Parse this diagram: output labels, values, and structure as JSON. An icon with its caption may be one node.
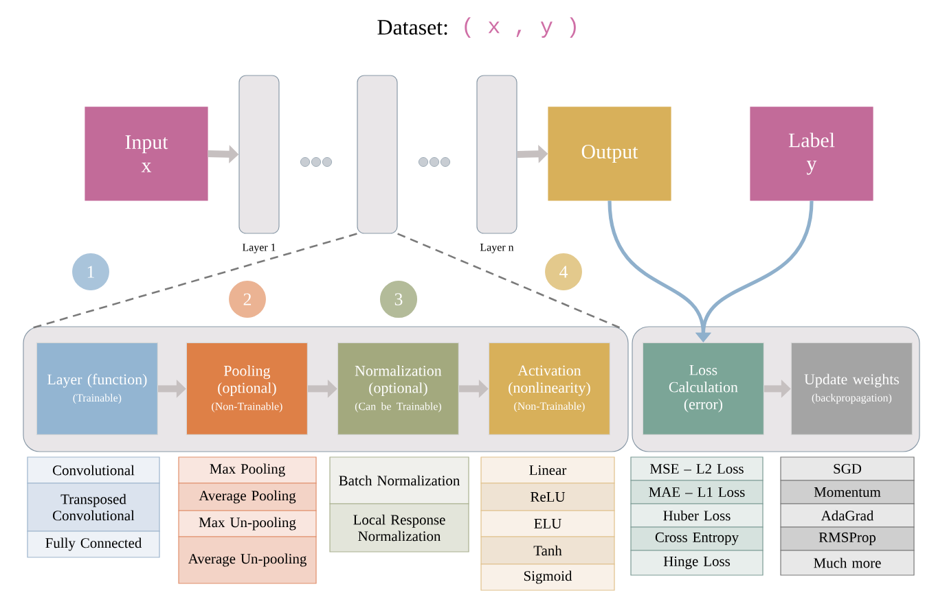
{
  "diagram": {
    "title": "Dataset:",
    "nodes": [
      {
        "text": [
          "Input",
          "x"
        ]
      },
      {
        "text": [],
        "shape": "box",
        "beside": [
          "Layer 1"
        ]
      },
      {
        "text": [],
        "shape": "box"
      },
      {
        "text": [],
        "shape": "box",
        "beside": [
          "Layer n"
        ]
      },
      {
        "text": [
          "Output"
        ]
      },
      {
        "text": [
          "Label",
          "y"
        ]
      },
      {
        "text": [
          "1"
        ]
      },
      {
        "text": [
          "2"
        ]
      },
      {
        "text": [
          "3"
        ]
      },
      {
        "text": [
          "4"
        ]
      },
      {
        "text": [],
        "shape": "box"
      },
      {
        "text": [
          "Layer (function)",
          "(Trainable)"
        ],
        "in": 10
      },
      {
        "text": [
          "Pooling (optional)",
          "(Non-Trainable)"
        ],
        "in": 10
      },
      {
        "text": [
          "Normalization (optional)",
          "(Can be Trainable)"
        ],
        "in": 10
      },
      {
        "text": [
          "Activation (nonlinearity)",
          "(Non-Trainable)"
        ],
        "in": 10
      },
      {
        "text": [],
        "shape": "box"
      },
      {
        "text": [
          "Loss Calculation (error)"
        ],
        "in": 15
      },
      {
        "text": [
          "Update weights",
          "(backpropagation)"
        ],
        "in": 15
      },
      {
        "text": [
          "Convolutional"
        ]
      },
      {
        "text": [
          "Transposed Convolutional"
        ]
      },
      {
        "text": [
          "Fully Connected"
        ]
      },
      {
        "text": [
          "Max Pooling"
        ]
      },
      {
        "text": [
          "Average Pooling"
        ]
      },
      {
        "text": [
          "Max Un-pooling"
        ]
      },
      {
        "text": [
          "Average Un-pooling"
        ]
      },
      {
        "text": [
          "Batch Normalization"
        ]
      },
      {
        "text": [
          "Local Response Normalization"
        ]
      },
      {
        "text": [
          "Linear"
        ]
      },
      {
        "text": [
          "ReLU"
        ]
      },
      {
        "text": [
          "ELU"
        ]
      },
      {
        "text": [
          "Tanh"
        ]
      },
      {
        "text": [
          "Sigmoid"
        ]
      },
      {
        "text": [
          "MSE – L2 Loss"
        ]
      },
      {
        "text": [
          "MAE – L1 Loss"
        ]
      },
      {
        "text": [
          "Huber Loss"
        ]
      },
      {
        "text": [
          "Cross Entropy"
        ]
      },
      {
        "text": [
          "Hinge Loss"
        ]
      },
      {
        "text": [
          "SGD"
        ]
      },
      {
        "text": [
          "Momentum"
        ]
      },
      {
        "text": [
          "AdaGrad"
        ]
      },
      {
        "text": [
          "RMSProp"
        ]
      },
      {
        "text": [
          "Much more"
        ]
      }
    ],
    "edges": [
      {
        "from": 0,
        "to": 1,
        "arrow": "to"
      },
      {
        "from": 3,
        "to": 4,
        "arrow": "to"
      },
      {
        "from": 2,
        "to": 10,
        "arrow": "none",
        "style": "dashed"
      },
      {
        "from": 2,
        "to": 10,
        "arrow": "none",
        "style": "dashed"
      },
      {
        "from": 4,
        "to": 16,
        "arrow": "to",
        "color": "#8fb0cc"
      },
      {
        "from": 5,
        "to": 16,
        "arrow": "to",
        "color": "#8fb0cc"
      },
      {
        "from": 11,
        "to": 12,
        "arrow": "to"
      },
      {
        "from": 12,
        "to": 13,
        "arrow": "to"
      },
      {
        "from": 13,
        "to": 14,
        "arrow": "to"
      },
      {
        "from": 16,
        "to": 17,
        "arrow": "to"
      }
    ],
    "labels": [
      "( x , y )"
    ]
  }
}
